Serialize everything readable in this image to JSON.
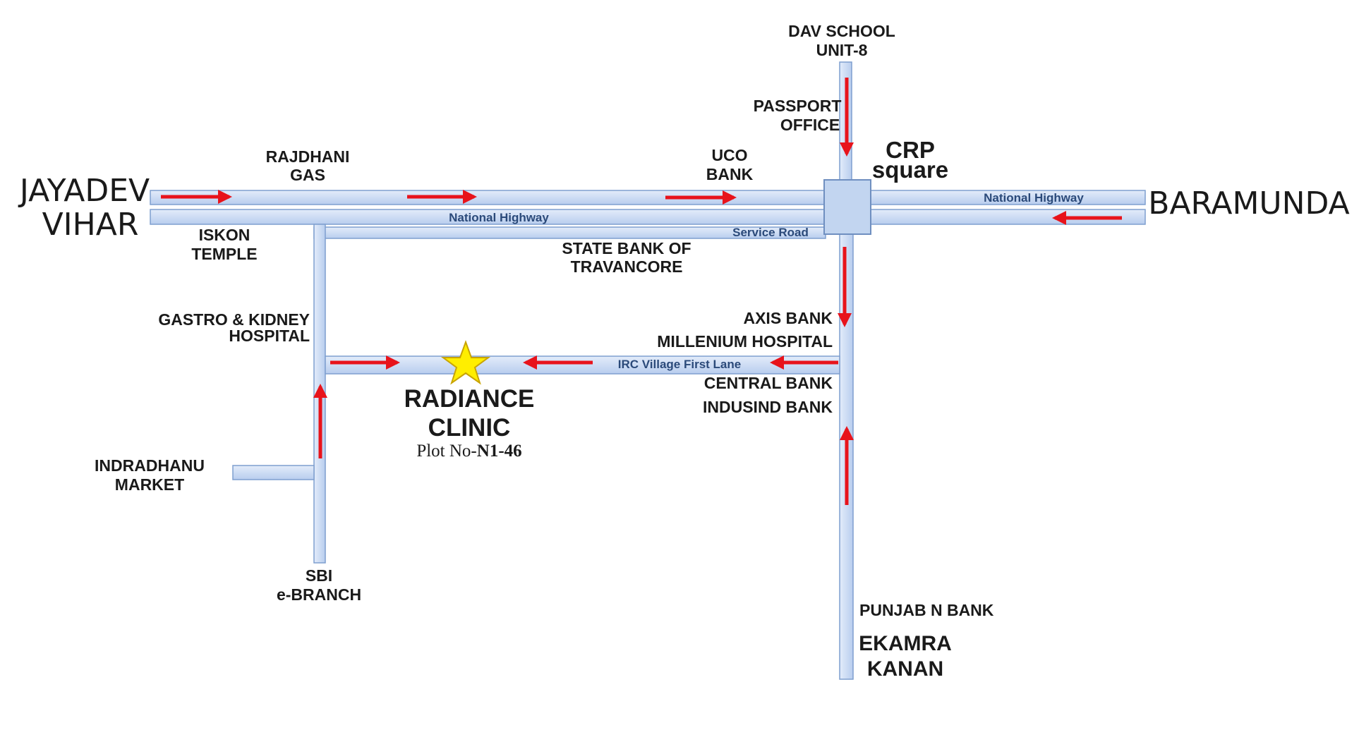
{
  "places": {
    "jayadev_line1": "JAYADEV",
    "jayadev_line2": "VIHAR",
    "baramunda": "BARAMUNDA",
    "dav_line1": "DAV SCHOOL",
    "dav_line2": "UNIT-8",
    "passport_line1": "PASSPORT",
    "passport_line2": "OFFICE",
    "crp_line1": "CRP",
    "crp_line2": "square",
    "rajdhani_line1": "RAJDHANI",
    "rajdhani_line2": "GAS",
    "uco_line1": "UCO",
    "uco_line2": "BANK",
    "iskon_line1": "ISKON",
    "iskon_line2": "TEMPLE",
    "sbt_line1": "STATE BANK OF",
    "sbt_line2": "TRAVANCORE",
    "gastro_line1": "GASTRO & KIDNEY",
    "gastro_line2": "HOSPITAL",
    "axis": "AXIS BANK",
    "millenium": "MILLENIUM HOSPITAL",
    "central": "CENTRAL BANK",
    "indusind": "INDUSIND BANK",
    "indradhanu_line1": "INDRADHANU",
    "indradhanu_line2": "MARKET",
    "sbi_line1": "SBI",
    "sbi_line2": "e-BRANCH",
    "punjab": "PUNJAB N BANK",
    "ekamra_line1": "EKAMRA",
    "ekamra_line2": "KANAN"
  },
  "roads": {
    "nh_left": "National Highway",
    "nh_right": "National Highway",
    "service": "Service Road",
    "irc": "IRC Village First Lane"
  },
  "destination": {
    "name_line1": "RADIANCE",
    "name_line2": "CLINIC",
    "plot_prefix": "Plot No-",
    "plot_number": "N1-46"
  },
  "colors": {
    "road_fill": "#c8d9f2",
    "road_stroke": "#7f9fcf",
    "arrow": "#e8131b",
    "star_fill": "#ffee00",
    "star_stroke": "#c9a400"
  }
}
